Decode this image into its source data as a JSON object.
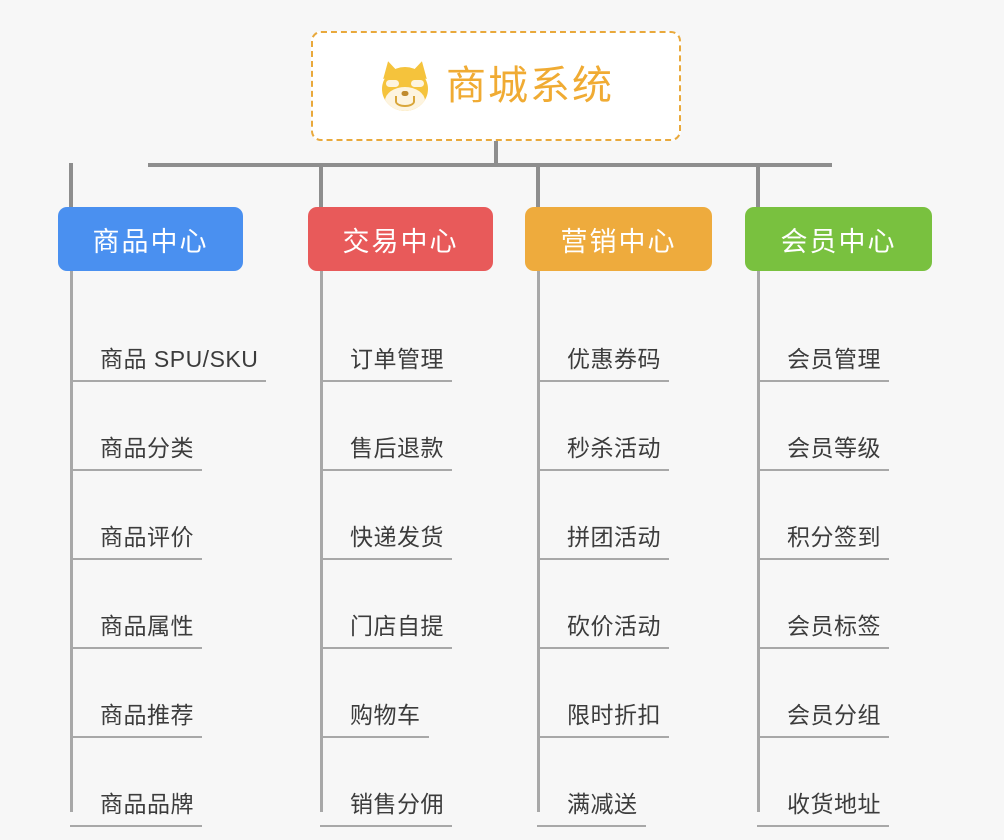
{
  "diagram": {
    "title": "商城系统",
    "type": "org-chart",
    "background_color": "#f7f7f7",
    "connector_color": "#8e8e8e",
    "leaf_line_color": "#a8a8a8"
  },
  "root": {
    "label": "商城系统",
    "icon": "shiba-dog-face-icon",
    "text_color": "#f0ab33",
    "border_color": "#e9a93c",
    "border_style": "dashed",
    "background_color": "#ffffff"
  },
  "branches": [
    {
      "id": "product-center",
      "label": "商品中心",
      "color": "#4a90f0",
      "items": [
        {
          "label": "商品 SPU/SKU"
        },
        {
          "label": "商品分类"
        },
        {
          "label": "商品评价"
        },
        {
          "label": "商品属性"
        },
        {
          "label": "商品推荐"
        },
        {
          "label": "商品品牌"
        }
      ]
    },
    {
      "id": "trade-center",
      "label": "交易中心",
      "color": "#e85a5a",
      "items": [
        {
          "label": "订单管理"
        },
        {
          "label": "售后退款"
        },
        {
          "label": "快递发货"
        },
        {
          "label": "门店自提"
        },
        {
          "label": "购物车"
        },
        {
          "label": "销售分佣"
        }
      ]
    },
    {
      "id": "marketing-center",
      "label": "营销中心",
      "color": "#eeab3d",
      "items": [
        {
          "label": "优惠券码"
        },
        {
          "label": "秒杀活动"
        },
        {
          "label": "拼团活动"
        },
        {
          "label": "砍价活动"
        },
        {
          "label": "限时折扣"
        },
        {
          "label": "满减送"
        }
      ]
    },
    {
      "id": "member-center",
      "label": "会员中心",
      "color": "#79c13f",
      "items": [
        {
          "label": "会员管理"
        },
        {
          "label": "会员等级"
        },
        {
          "label": "积分签到"
        },
        {
          "label": "会员标签"
        },
        {
          "label": "会员分组"
        },
        {
          "label": "收货地址"
        }
      ]
    }
  ]
}
